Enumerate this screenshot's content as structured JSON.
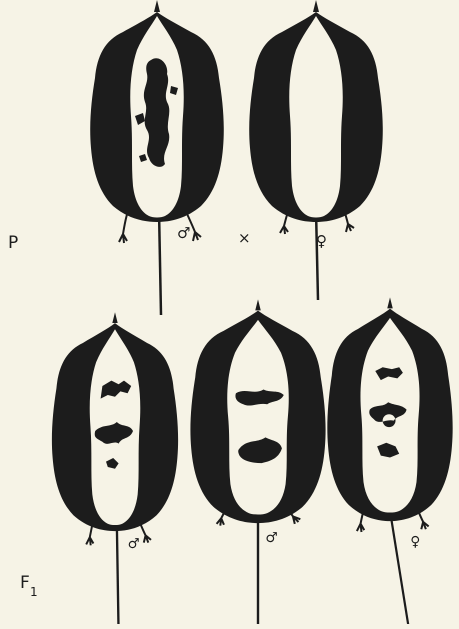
{
  "generations": {
    "parental": {
      "label": "P",
      "cross_symbol": "×",
      "individuals": [
        {
          "sex_symbol": "♂",
          "pattern": "dark dorsum with white central band and irregular dark median patch"
        },
        {
          "sex_symbol": "♀",
          "pattern": "dark dorsum with plain white central band"
        }
      ]
    },
    "f1": {
      "label": "F",
      "label_subscript": "1",
      "individuals": [
        {
          "sex_symbol": "♂",
          "pattern": "white central band with scattered dark patches"
        },
        {
          "sex_symbol": "♂",
          "pattern": "white central band with scattered dark patches"
        },
        {
          "sex_symbol": "♀",
          "pattern": "white central band with scattered dark patches"
        }
      ]
    }
  },
  "colors": {
    "paper": "#f6f3e6",
    "ink": "#1c1c1c"
  }
}
